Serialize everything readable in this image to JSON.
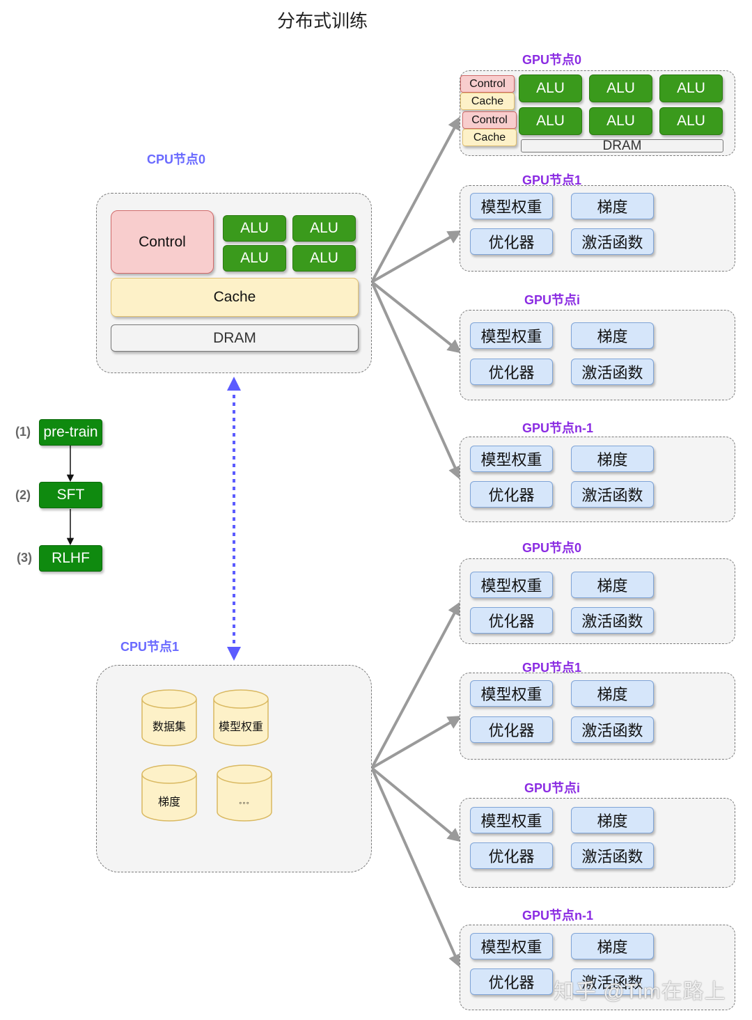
{
  "title": "分布式训练",
  "cpu0": {
    "label": "CPU节点0",
    "control": "Control",
    "alu": [
      "ALU",
      "ALU",
      "ALU",
      "ALU"
    ],
    "cache": "Cache",
    "dram": "DRAM"
  },
  "cpu1": {
    "label": "CPU节点1",
    "cylinders": [
      "数据集",
      "模型权重",
      "梯度",
      "◦◦◦"
    ]
  },
  "gpu_top": {
    "label": "GPU节点0",
    "control1": "Control",
    "cache1": "Cache",
    "control2": "Control",
    "cache2": "Cache",
    "alu": [
      "ALU",
      "ALU",
      "ALU",
      "ALU",
      "ALU",
      "ALU"
    ],
    "dram": "DRAM"
  },
  "gpu_nodes": [
    {
      "label": "GPU节点1",
      "cells": [
        "模型权重",
        "梯度",
        "优化器",
        "激活函数"
      ]
    },
    {
      "label": "GPU节点i",
      "cells": [
        "模型权重",
        "梯度",
        "优化器",
        "激活函数"
      ]
    },
    {
      "label": "GPU节点n-1",
      "cells": [
        "模型权重",
        "梯度",
        "优化器",
        "激活函数"
      ]
    },
    {
      "label": "GPU节点0",
      "cells": [
        "模型权重",
        "梯度",
        "优化器",
        "激活函数"
      ]
    },
    {
      "label": "GPU节点1",
      "cells": [
        "模型权重",
        "梯度",
        "优化器",
        "激活函数"
      ]
    },
    {
      "label": "GPU节点i",
      "cells": [
        "模型权重",
        "梯度",
        "优化器",
        "激活函数"
      ]
    },
    {
      "label": "GPU节点n-1",
      "cells": [
        "模型权重",
        "梯度",
        "优化器",
        "激活函数"
      ]
    }
  ],
  "steps": [
    {
      "num": "(1)",
      "label": "pre-train"
    },
    {
      "num": "(2)",
      "label": "SFT"
    },
    {
      "num": "(3)",
      "label": "RLHF"
    }
  ],
  "watermark": "知乎 @Tim在路上",
  "colors": {
    "alu": "#3a9a1c",
    "cell": "#d6e6fa",
    "arrow": "#9a9a9a",
    "link": "#5b5bff",
    "cpu_label": "#6a6aff",
    "gpu_label": "#8a2be2"
  }
}
